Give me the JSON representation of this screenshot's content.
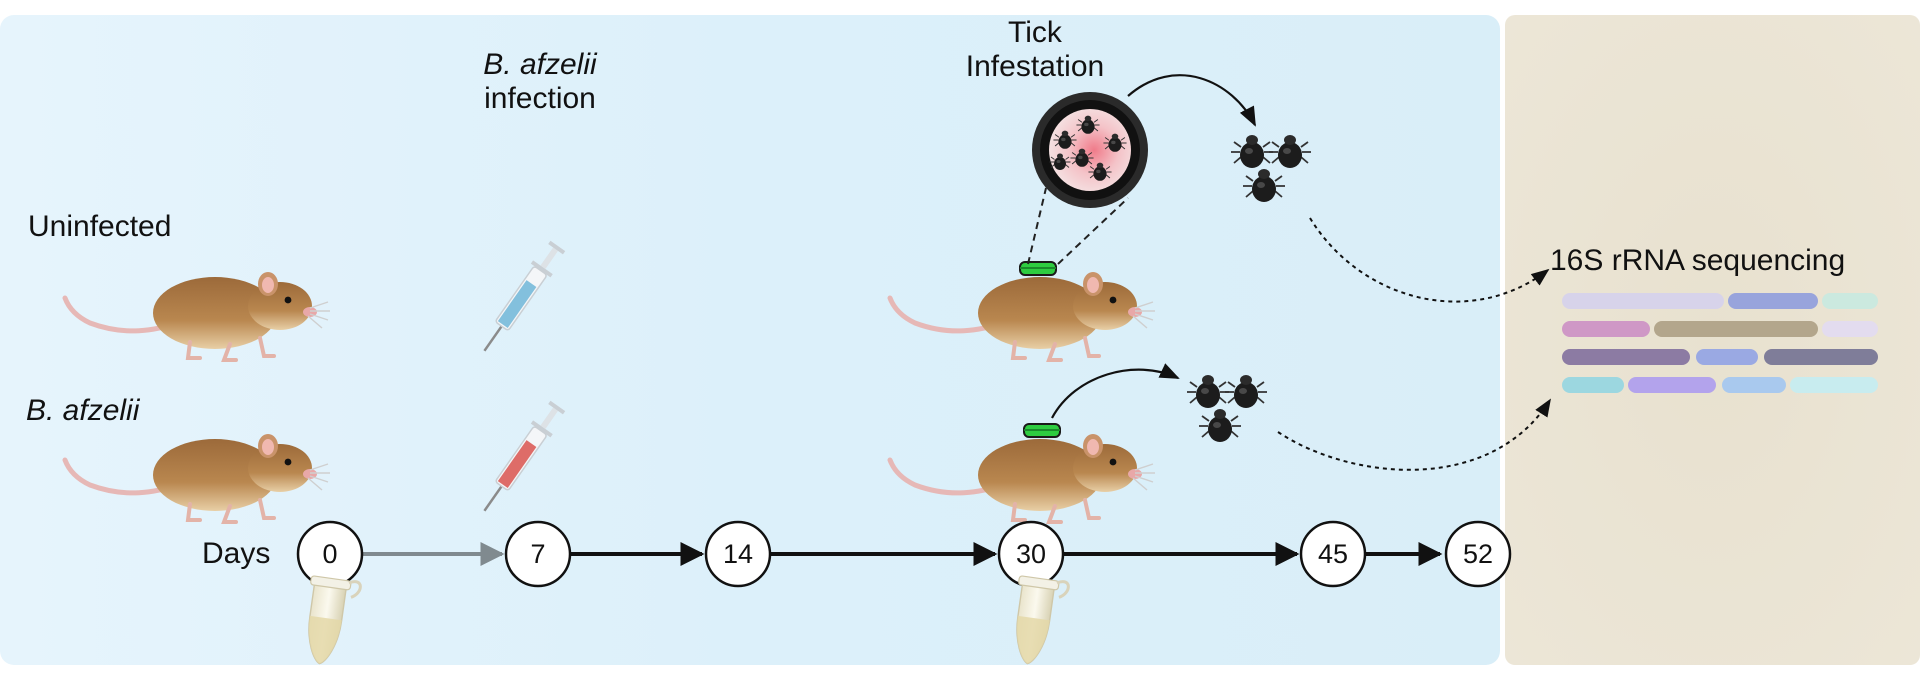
{
  "groups": {
    "uninfected": "Uninfected",
    "infected": "B. afzelii"
  },
  "infection": {
    "organism": "B. afzelii",
    "word": "infection"
  },
  "tick": {
    "line1": "Tick",
    "line2": "Infestation"
  },
  "sequencing": {
    "label": "16S rRNA sequencing"
  },
  "timeline": {
    "label": "Days",
    "days": [
      "0",
      "7",
      "14",
      "30",
      "45",
      "52"
    ]
  },
  "colors": {
    "panel_blue": "#dff1fb",
    "panel_beige": "#e9e2d0",
    "mouse_body": "#b07a45",
    "syringe_blue": "#6fb6d8",
    "syringe_red": "#d9534f",
    "cuff_green": "#33cc33",
    "arrow_gray": "#808a8f",
    "arrow_black": "#111111",
    "tick_dark": "#1c1c1c"
  },
  "icons": [
    "mouse-icon",
    "syringe-icon",
    "tick-icon",
    "tube-icon",
    "magnifier-icon",
    "sequence-bar-icon"
  ]
}
